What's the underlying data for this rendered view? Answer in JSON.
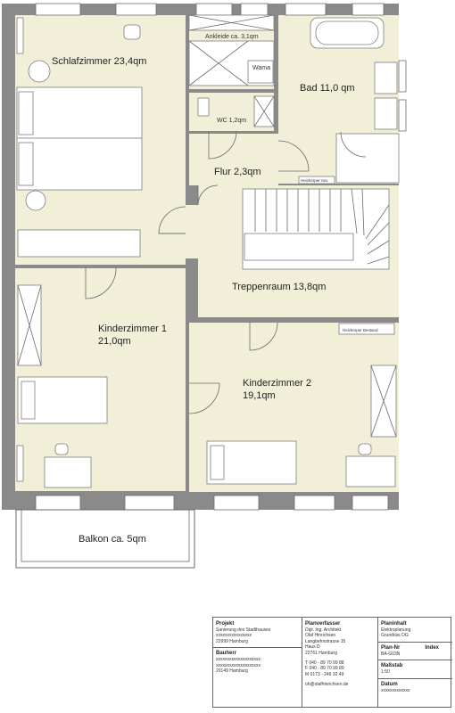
{
  "rooms": {
    "schlafzimmer": "Schlafzimmer 23,4qm",
    "ankleide": "Ankleide ca. 3,1qm",
    "wama": "Wama",
    "bad": "Bad 11,0 qm",
    "wc": "WC 1,2qm",
    "flur": "Flur 2,3qm",
    "treppenraum": "Treppenraum 13,8qm",
    "kinderzimmer1_name": "Kinderzimmer 1",
    "kinderzimmer1_area": "21,0qm",
    "kinderzimmer2_name": "Kinderzimmer 2",
    "kinderzimmer2_area": "19,1qm",
    "balkon": "Balkon ca. 5qm"
  },
  "annotations": {
    "heizkoerper_bestand": "Heizkörper Bestand",
    "heizkoerper_neu": "Heizkörper neu"
  },
  "titleblock": {
    "projekt_label": "Projekt",
    "projekt_lines": [
      "Sanierung des Stadthauses",
      "xxxxxxxxxxxxxxxx",
      "22999 Hamburg"
    ],
    "bauherr_label": "Bauherr",
    "bauherr_lines": [
      "xxxxxxxxxxxxxxxxxxxx",
      "xxxxxxxxxxxxxxxxxxxx",
      "20149 Hamburg"
    ],
    "planverfasser_label": "Planverfasser",
    "planverfasser_lines": [
      "Dipl. Ing. Architekt",
      "Olaf Hinrichsen",
      "Langbehnstrasse 15",
      "Haus D",
      "22761 Hamburg"
    ],
    "contact_lines": [
      "T 040 - 89 70 99 88",
      "F 040 - 89 70 99 89",
      "M 0173 - 246 32 49"
    ],
    "email": "oh@olafhinrichsen.de",
    "planinhalt_label": "Planinhalt",
    "planinhalt_lines": [
      "Elektroplanung",
      "Grundriss OG"
    ],
    "plannr_label": "Plan-Nr",
    "index_label": "Index",
    "plannr_value": "BA-G03N",
    "massstab_label": "Maßstab",
    "massstab_value": "1:50",
    "datum_label": "Datum",
    "datum_value": "xxxxxxxxxxxxx"
  }
}
